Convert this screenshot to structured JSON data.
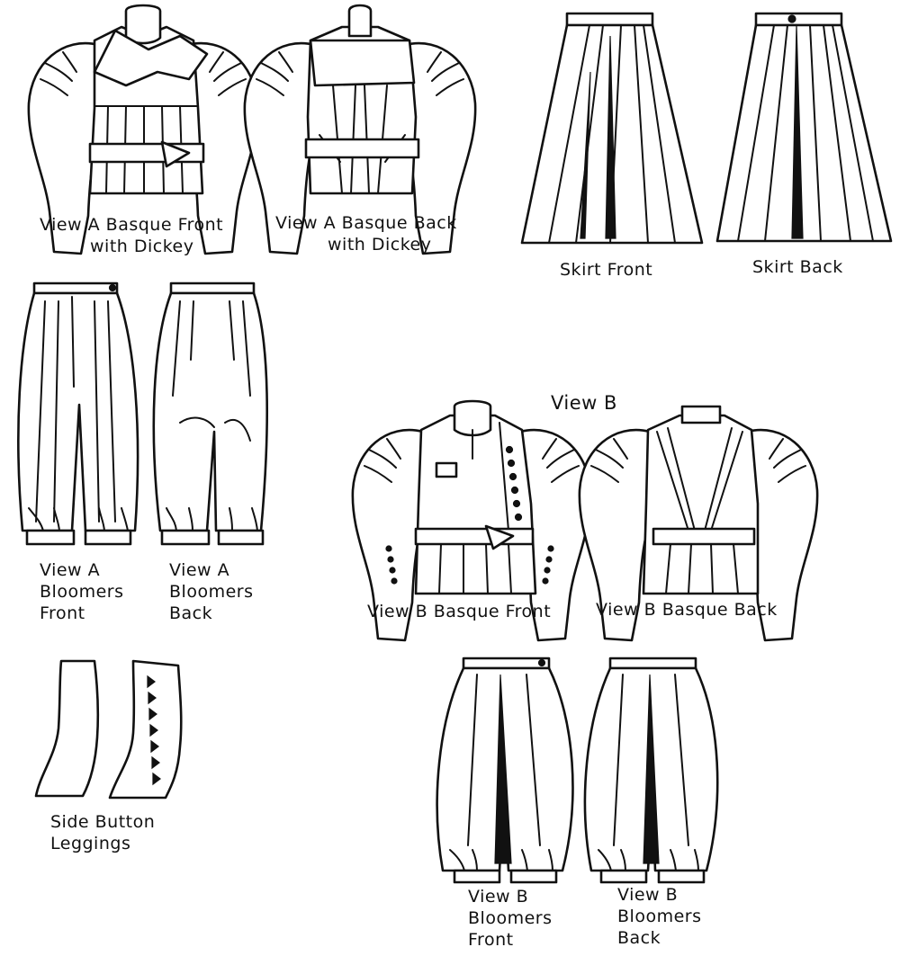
{
  "colors": {
    "ink": "#111111",
    "paper": "#ffffff"
  },
  "labels": {
    "view_a_basque_front": [
      "View A Basque Front",
      "with Dickey"
    ],
    "view_a_basque_back": [
      "View A Basque Back",
      "with Dickey"
    ],
    "skirt_front": "Skirt Front",
    "skirt_back": "Skirt Back",
    "view_a_bloomers_front": [
      "View A",
      "Bloomers",
      "Front"
    ],
    "view_a_bloomers_back": [
      "View A",
      "Bloomers",
      "Back"
    ],
    "view_b_heading": "View B",
    "view_b_basque_front": "View B Basque Front",
    "view_b_basque_back": "View B Basque Back",
    "side_button_leggings": [
      "Side Button",
      "Leggings"
    ],
    "view_b_bloomers_front": [
      "View B",
      "Bloomers",
      "Front"
    ],
    "view_b_bloomers_back": [
      "View B",
      "Bloomers",
      "Back"
    ]
  }
}
